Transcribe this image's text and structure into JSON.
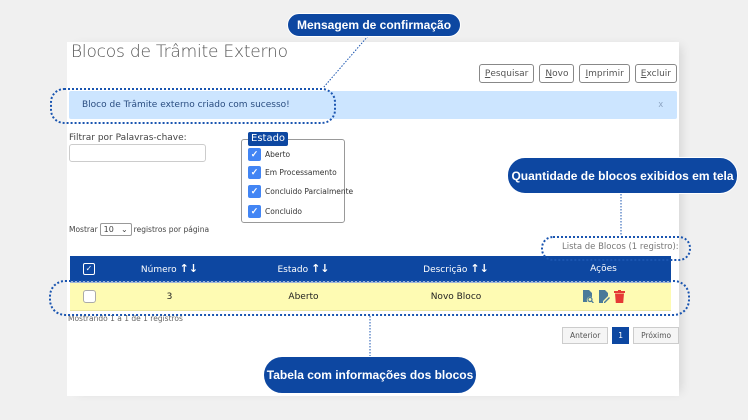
{
  "page": {
    "title": "Blocos de Trâmite Externo"
  },
  "toolbar": {
    "buttons": [
      {
        "u": "P",
        "rest": "esquisar"
      },
      {
        "u": "N",
        "rest": "ovo"
      },
      {
        "u": "I",
        "rest": "mprimir"
      },
      {
        "u": "E",
        "rest": "xcluir"
      }
    ]
  },
  "alert": {
    "message": "Bloco de Trâmite externo criado com sucesso!",
    "close": "x"
  },
  "filter": {
    "label": "Filtrar por Palavras-chave:",
    "value": "",
    "placeholder": ""
  },
  "estado": {
    "legend": "Estado",
    "options": [
      {
        "label": "Aberto",
        "checked": true
      },
      {
        "label": "Em Processamento",
        "checked": true
      },
      {
        "label": "Concluido Parcialmente",
        "checked": true
      },
      {
        "label": "Concluido",
        "checked": true
      }
    ]
  },
  "pagesize": {
    "prefix": "Mostrar",
    "value": "10",
    "suffix": "registros por página"
  },
  "list": {
    "caption": "Lista de Blocos (1 registro):",
    "columns": [
      "Número",
      "Estado",
      "Descrição",
      "Ações"
    ],
    "sort_icon": "↑↓",
    "rows": [
      {
        "numero": "3",
        "estado": "Aberto",
        "descricao": "Novo Bloco",
        "actions": [
          "view-document-icon",
          "edit-document-icon",
          "delete-trash-icon"
        ]
      }
    ],
    "showing": "Mostrando 1 a 1 de 1 registros"
  },
  "pager": {
    "prev": "Anterior",
    "current": "1",
    "next": "Próximo"
  },
  "callouts": {
    "confirm": "Mensagem de confirmação",
    "count": "Quantidade de blocos exibidos em tela",
    "table": "Tabela com informações dos blocos"
  },
  "colors": {
    "primary": "#0d47a1",
    "alert_bg": "#cce5ff",
    "row_highlight": "#fefbb3",
    "checkbox": "#4285f4",
    "delete": "#e53935",
    "action_icon": "#4a7a99"
  }
}
